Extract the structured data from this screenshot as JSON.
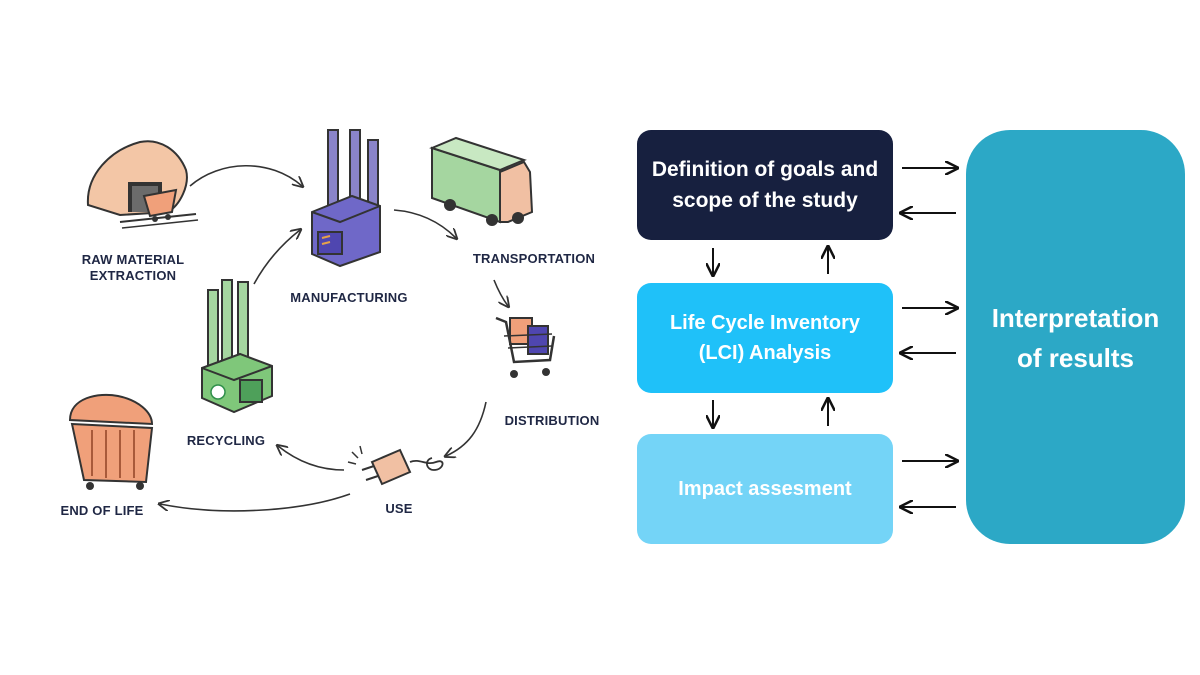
{
  "cycle": {
    "stages": {
      "raw_material": "RAW MATERIAL\nEXTRACTION",
      "manufacturing": "MANUFACTURING",
      "transportation": "TRANSPORTATION",
      "distribution": "DISTRIBUTION",
      "use": "USE",
      "recycling": "RECYCLING",
      "end_of_life": "END OF LIFE"
    }
  },
  "framework": {
    "goals": "Definition of goals and scope of the study",
    "lci": "Life Cycle Inventory (LCI) Analysis",
    "impact": "Impact assesment",
    "interpretation": "Interpretation of results"
  },
  "colors": {
    "goals": "#17203f",
    "lci": "#1fc1f9",
    "impact": "#74d4f7",
    "interpretation": "#2ca8c6",
    "label_text": "#1f2744",
    "arrow": "#111111"
  }
}
